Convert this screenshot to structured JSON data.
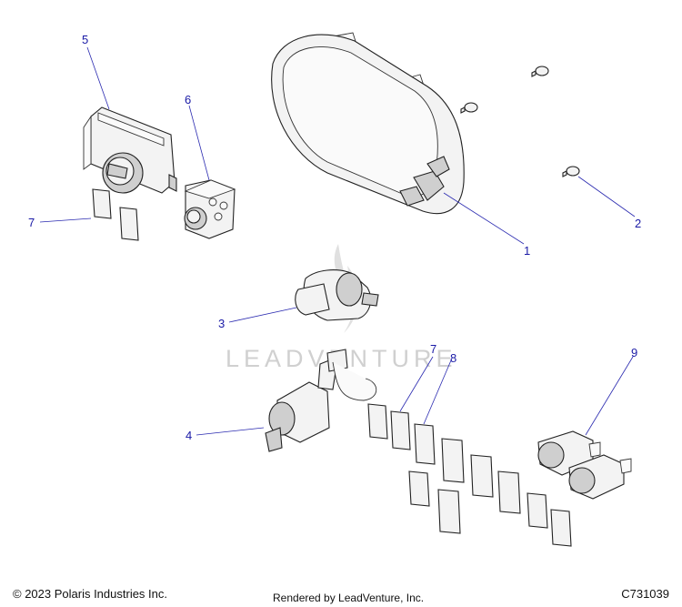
{
  "watermark": {
    "brand_text": "LEADVENTURE"
  },
  "callouts": [
    {
      "id": "1",
      "label": "1"
    },
    {
      "id": "2",
      "label": "2"
    },
    {
      "id": "3",
      "label": "3"
    },
    {
      "id": "4",
      "label": "4"
    },
    {
      "id": "5",
      "label": "5"
    },
    {
      "id": "6",
      "label": "6"
    },
    {
      "id": "7a",
      "label": "7"
    },
    {
      "id": "7b",
      "label": "7"
    },
    {
      "id": "8",
      "label": "8"
    },
    {
      "id": "9",
      "label": "9"
    }
  ],
  "footer": {
    "copyright": "© 2023 Polaris Industries Inc.",
    "rendered_by": "Rendered by LeadVenture, Inc.",
    "diagram_code": "C731039"
  },
  "colors": {
    "callout": "#1a1aa6",
    "line": "#222222",
    "watermark": "#d0d0d0"
  }
}
